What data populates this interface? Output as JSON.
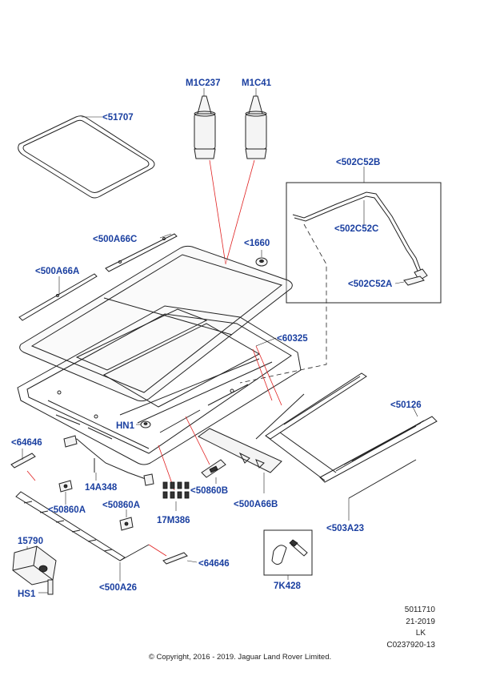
{
  "labels": {
    "l51707": "<51707",
    "m1c237": "M1C237",
    "m1c41": "M1C41",
    "l502c52b": "<502C52B",
    "l502c52c": "<502C52C",
    "l502c52a": "<502C52A",
    "l500a66c": "<500A66C",
    "l1660": "<1660",
    "l500a66a": "<500A66A",
    "l60325": "<60325",
    "l50126": "<50126",
    "hn1": "HN1",
    "l64646_top": "<64646",
    "l14a348": "14A348",
    "l50860b": "<50860B",
    "l500a66b": "<500A66B",
    "l50860a_left": "<50860A",
    "l50860a_mid": "<50860A",
    "l17m386": "17M386",
    "l503a23": "<503A23",
    "l15790": "15790",
    "hs1": "HS1",
    "l64646_bottom": "<64646",
    "l500a26": "<500A26",
    "l7k428": "7K428"
  },
  "meta": {
    "line1": "5011710",
    "line2": "21-2019",
    "line3": "LK",
    "line4": "C0237920-13"
  },
  "copyright": "© Copyright, 2016 - 2019. Jaguar Land Rover Limited.",
  "colors": {
    "label": "#1a3fa0",
    "leader": "#e02020",
    "line": "#222222"
  }
}
